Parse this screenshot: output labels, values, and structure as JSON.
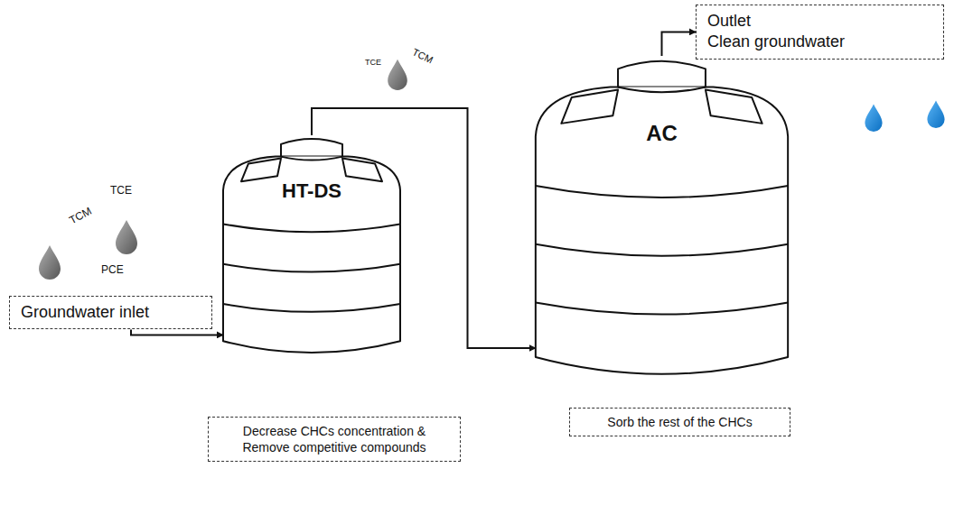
{
  "diagram": {
    "nodes": [
      {
        "text": [
          "Groundwater inlet"
        ]
      },
      {
        "text": [
          "HT-DS"
        ]
      },
      {
        "text": [
          "AC"
        ]
      },
      {
        "text": [
          "Outlet",
          "Clean groundwater"
        ]
      },
      {
        "text": [
          "Decrease CHCs concentration & Remove competitive compounds"
        ]
      },
      {
        "text": [
          "Sorb the rest of the CHCs"
        ]
      }
    ],
    "edges": [
      {
        "from": 0,
        "to": 1,
        "arrow": "to"
      },
      {
        "from": 1,
        "to": 2,
        "arrow": "to"
      },
      {
        "from": 2,
        "to": 3,
        "arrow": "to"
      }
    ],
    "labels": [
      "TCE",
      "TCM",
      "PCE",
      "TCE",
      "TCM"
    ]
  }
}
